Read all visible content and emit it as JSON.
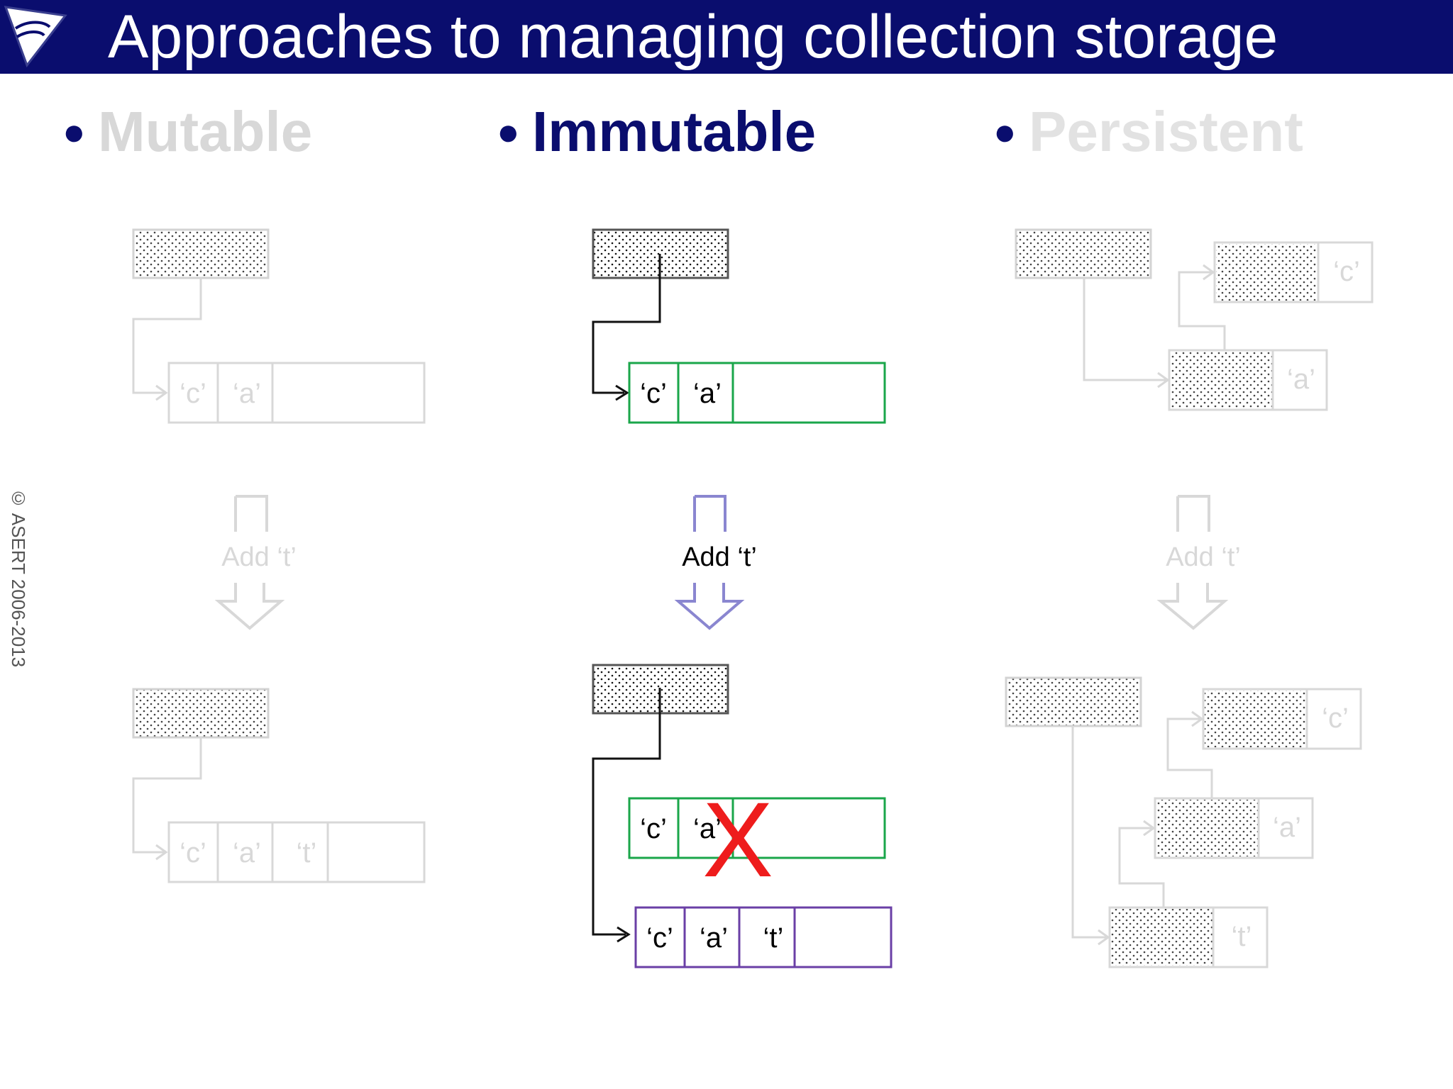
{
  "title": "Approaches to managing collection storage",
  "copyright": "© ASERT 2006-2013",
  "colors": {
    "title_bar": "#0a0d6e",
    "active_heading": "#0a0d6e",
    "faded": "#d8d8d8",
    "green_box": "#1aa64a",
    "purple_box": "#6a3fa6",
    "arrow_active": "#8a86d0",
    "cross": "#ee1c1c"
  },
  "bullets": [
    {
      "label": "Mutable",
      "active": false
    },
    {
      "label": "Immutable",
      "active": true
    },
    {
      "label": "Persistent",
      "active": false
    }
  ],
  "add_label": "Add ‘t’",
  "mutable": {
    "before_cells": [
      "‘c’",
      "‘a’"
    ],
    "after_cells": [
      "‘c’",
      "‘a’",
      "‘t’"
    ]
  },
  "immutable": {
    "before_cells": [
      "‘c’",
      "‘a’"
    ],
    "old_cells": [
      "‘c’",
      "‘a’"
    ],
    "new_cells": [
      "‘c’",
      "‘a’",
      "‘t’"
    ],
    "cross_mark": "X"
  },
  "persistent": {
    "before_nodes": [
      "‘c’",
      "‘a’"
    ],
    "after_nodes": [
      "‘c’",
      "‘a’",
      "‘t’"
    ]
  }
}
